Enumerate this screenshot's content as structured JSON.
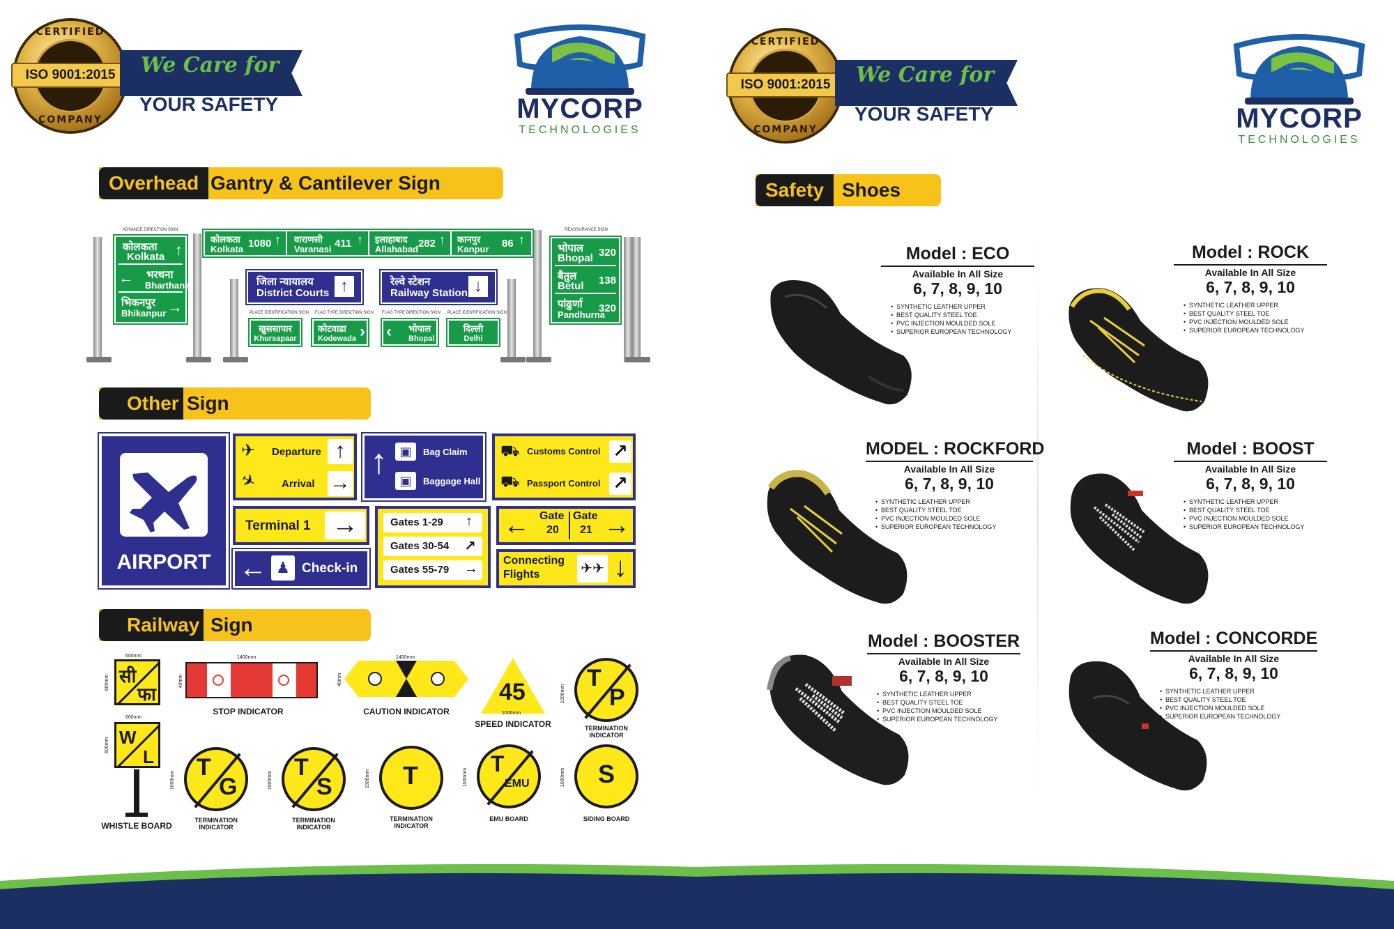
{
  "left_page": {
    "badge": {
      "top": "CERTIFIED",
      "iso": "ISO 9001:2015",
      "bottom": "COMPANY"
    },
    "ribbon": {
      "tagline": "We Care for",
      "tagline2": "YOUR SAFETY"
    },
    "logo": {
      "name": "MYCORP",
      "sub": "TECHNOLOGIES"
    },
    "sections": {
      "overhead": {
        "dark": "Overhead",
        "light": "Gantry & Cantilever Sign"
      },
      "other": {
        "dark": "Other",
        "light": "Sign"
      },
      "railway": {
        "dark": "Railway",
        "light": "Sign"
      }
    },
    "gantry": {
      "advance_caption": "ADVANCE DIRECTION SIGN",
      "reassurance_caption": "REASSURANCE SIGN",
      "advance": [
        {
          "hi": "कोलकता",
          "en": "Kolkata"
        },
        {
          "hi": "भरथना",
          "en": "Bharthana"
        },
        {
          "hi": "भिकनपुर",
          "en": "Bhikanpur"
        }
      ],
      "top_row": [
        {
          "hi": "कोलकता",
          "en": "Kolkata",
          "km": "1080"
        },
        {
          "hi": "वाराणसी",
          "en": "Varanasi",
          "km": "411"
        },
        {
          "hi": "इलाहाबाद",
          "en": "Allahabad",
          "km": "282"
        },
        {
          "hi": "कानपुर",
          "en": "Kanpur",
          "km": "86"
        }
      ],
      "blue": [
        {
          "hi": "जिला न्यायालय",
          "en": "District Courts"
        },
        {
          "hi": "रेल्वे स्टेशन",
          "en": "Railway Station"
        }
      ],
      "small_captions": [
        "PLACE IDENTIFICATION SIGN",
        "FLAG TYPE DIRECTION SIGN",
        "FLAG TYPE DIRECTION SIGN",
        "PLACE IDENTIFICATION SIGN"
      ],
      "small": [
        {
          "hi": "खुससापार",
          "en": "Khursapaar"
        },
        {
          "hi": "कोटवाडा",
          "en": "Kodewada"
        },
        {
          "hi": "भोपाल",
          "en": "Bhopal"
        },
        {
          "hi": "दिल्ली",
          "en": "Delhi"
        }
      ],
      "reassurance": [
        {
          "hi": "भोपाल",
          "en": "Bhopal",
          "km": "320"
        },
        {
          "hi": "बैतुल",
          "en": "Betul",
          "km": "138"
        },
        {
          "hi": "पांढुर्णा",
          "en": "Pandhurna",
          "km": "320"
        }
      ]
    },
    "other_sign": {
      "airport": "AIRPORT",
      "departure": "Departure",
      "arrival": "Arrival",
      "bag_claim": "Bag Claim",
      "baggage_hall": "Baggage Hall",
      "customs": "Customs Control",
      "passport": "Passport Control",
      "terminal": "Terminal 1",
      "checkin": "Check-in",
      "gates": [
        "Gates 1-29",
        "Gates 30-54",
        "Gates 55-79"
      ],
      "gate_a": {
        "t": "Gate",
        "n": "20"
      },
      "gate_b": {
        "t": "Gate",
        "n": "21"
      },
      "connecting": "Connecting",
      "flights": "Flights"
    },
    "railway": {
      "si_fa": {
        "a": "सी",
        "b": "फा"
      },
      "wl": {
        "a": "W",
        "b": "L"
      },
      "whistle": "WHISTLE BOARD",
      "stop": "STOP INDICATOR",
      "caution": "CAUTION INDICATOR",
      "speed": "SPEED INDICATOR",
      "speed_value": "45",
      "dim_600": "600mm",
      "dim_1400": "1400mm",
      "dim_1000": "1000mm",
      "dim_40": "40mm",
      "tp": {
        "a": "T",
        "b": "P",
        "cap1": "TERMINATION",
        "cap2": "INDICATOR"
      },
      "tg": {
        "a": "T",
        "b": "G",
        "cap1": "TERMINATION",
        "cap2": "INDICATOR"
      },
      "ts": {
        "a": "T",
        "b": "S",
        "cap1": "TERMINATION",
        "cap2": "INDICATOR"
      },
      "t": {
        "a": "T",
        "cap1": "TERMINATION",
        "cap2": "INDICATOR"
      },
      "emu": {
        "a": "T",
        "b": "EMU",
        "cap": "EMU BOARD"
      },
      "s": {
        "a": "S",
        "cap": "SIDING BOARD"
      }
    }
  },
  "right_page": {
    "badge": {
      "top": "CERTIFIED",
      "iso": "ISO 9001:2015",
      "bottom": "COMPANY"
    },
    "ribbon": {
      "tagline": "We Care for",
      "tagline2": "YOUR SAFETY"
    },
    "logo": {
      "name": "MYCORP",
      "sub": "TECHNOLOGIES"
    },
    "section": {
      "dark": "Safety",
      "light": "Shoes"
    },
    "features": [
      "SYNTHETIC LEATHER UPPER",
      "BEST QUALITY STEEL TOE",
      "PVC INJECTION MOULDED SOLE",
      "SUPERIOR EUROPEAN TECHNOLOGY"
    ],
    "models": [
      {
        "title": "Model : ECO",
        "avail": "Available In All Size",
        "sizes": "6, 7, 8, 9, 10"
      },
      {
        "title": "Model : ROCK",
        "avail": "Available In All Size",
        "sizes": "6, 7, 8, 9, 10"
      },
      {
        "title": "MODEL : ROCKFORD",
        "avail": "Available In All Size",
        "sizes": "6, 7, 8, 9, 10"
      },
      {
        "title": "Model : BOOST",
        "avail": "Available In All Size",
        "sizes": "6, 7, 8, 9, 10"
      },
      {
        "title": "Model : BOOSTER",
        "avail": "Available In All Size",
        "sizes": "6, 7, 8, 9, 10"
      },
      {
        "title": "Model : CONCORDE",
        "avail": "Available In All Size",
        "sizes": "6, 7, 8, 9, 10"
      }
    ]
  },
  "colors": {
    "navy": "#1c2f63",
    "green": "#6cc04a",
    "sign_green": "#189b48",
    "sign_blue": "#2f2f8f",
    "yellow": "#ffe81a",
    "header_yellow": "#f7c31b"
  }
}
